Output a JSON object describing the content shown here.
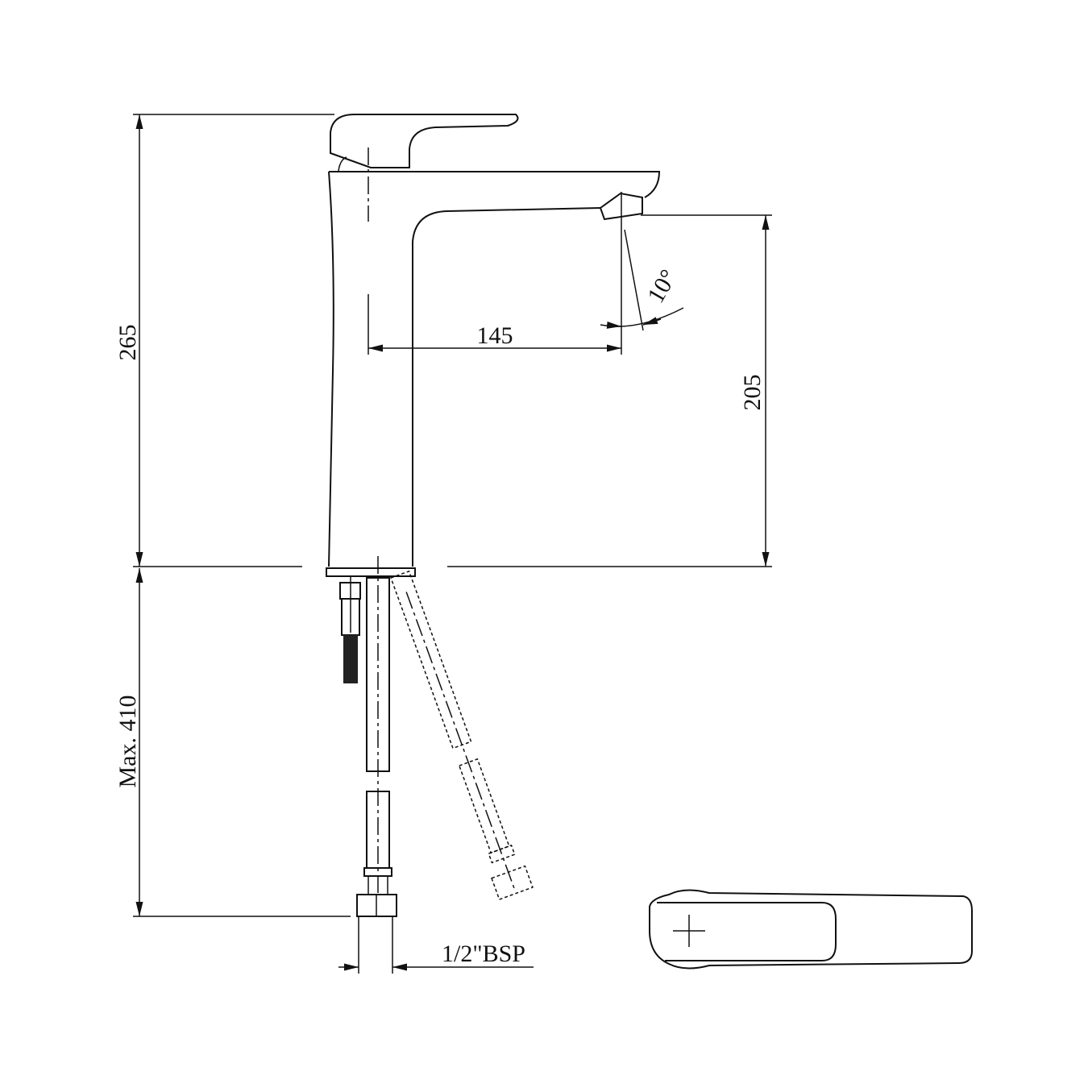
{
  "dimensions": {
    "total_height": "265",
    "spout_height": "205",
    "spout_reach": "145",
    "spout_angle": "10°",
    "hose_length": "Max. 410",
    "connection": "1/2\"BSP"
  },
  "colors": {
    "line": "#111111",
    "background": "#ffffff"
  }
}
